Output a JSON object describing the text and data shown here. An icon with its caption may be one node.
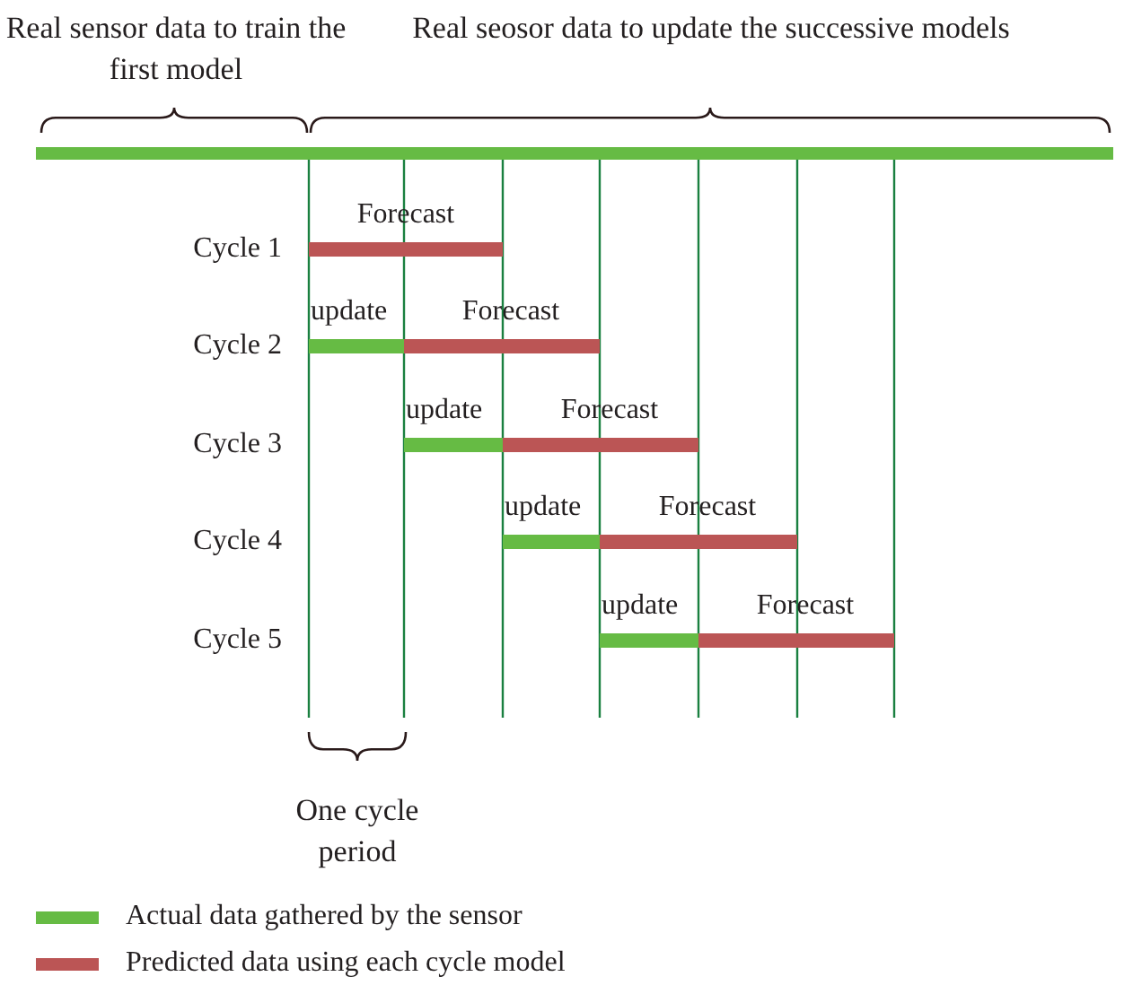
{
  "diagram": {
    "labels": [
      "Real sensor data to train the first model",
      "Real seosor data to update the successive models",
      "Forecast",
      "Cycle 1",
      "update",
      "Forecast",
      "Cycle 2",
      "update",
      "Forecast",
      "Cycle 3",
      "update",
      "Forecast",
      "Cycle 4",
      "update",
      "Forecast",
      "Cycle 5",
      "One cycle period"
    ],
    "legend": [
      {
        "text": "Actual data gathered by the sensor",
        "color": "#66bb44"
      },
      {
        "text": "Predicted data using each cycle model",
        "color": "#bb5555"
      }
    ]
  }
}
